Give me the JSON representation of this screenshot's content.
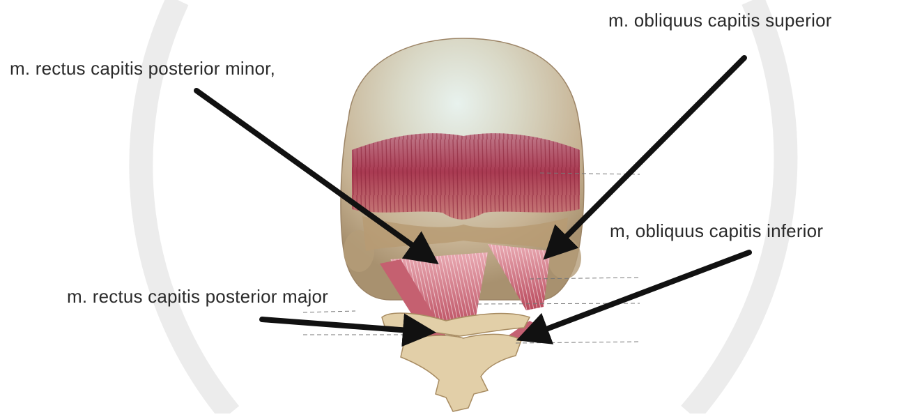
{
  "labels": {
    "rectus_minor": "m. rectus capitis posterior minor,",
    "obliquus_superior": "m. obliquus capitis superior",
    "obliquus_inferior": "m, obliquus capitis inferior",
    "rectus_major": "m. rectus capitis posterior major"
  },
  "colors": {
    "background": "#ffffff",
    "watermark": "#ececec",
    "skull_light": "#dfe6d8",
    "skull_dark": "#b9a78e",
    "muscle": "#b8475a",
    "muscle_light": "#e08a95",
    "bone": "#e2cfa8",
    "arrow": "#111111"
  }
}
